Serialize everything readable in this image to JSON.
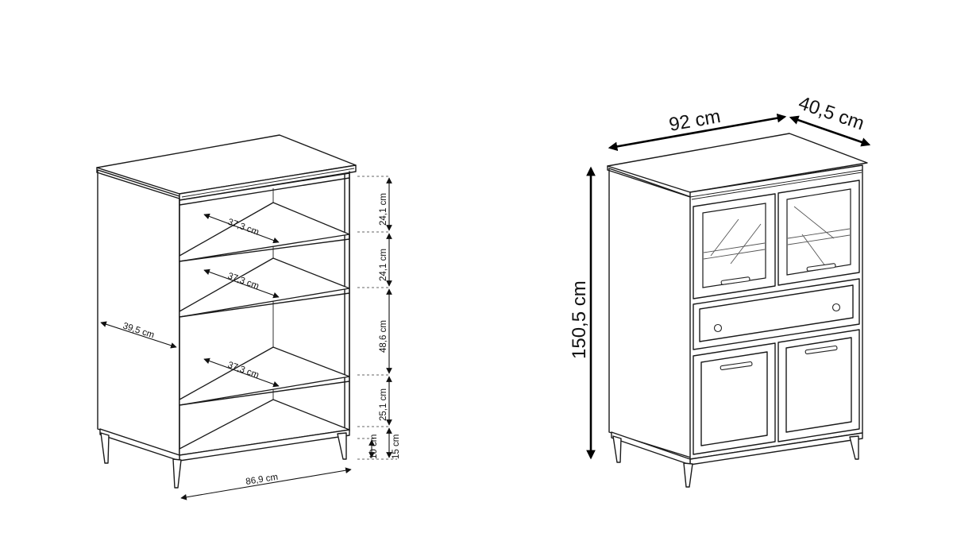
{
  "left_view": {
    "depth_shelf_1": "37,3 cm",
    "depth_shelf_2": "37,3 cm",
    "depth_shelf_3": "37,3 cm",
    "side_depth": "39,5 cm",
    "bottom_width": "86,9 cm",
    "height_1": "24,1 cm",
    "height_2": "24,1 cm",
    "height_3": "48,6 cm",
    "height_4": "25,1 cm",
    "height_5": "10 cm",
    "leg_height": "15 cm"
  },
  "right_view": {
    "width": "92 cm",
    "depth": "40,5 cm",
    "height": "150,5 cm"
  }
}
